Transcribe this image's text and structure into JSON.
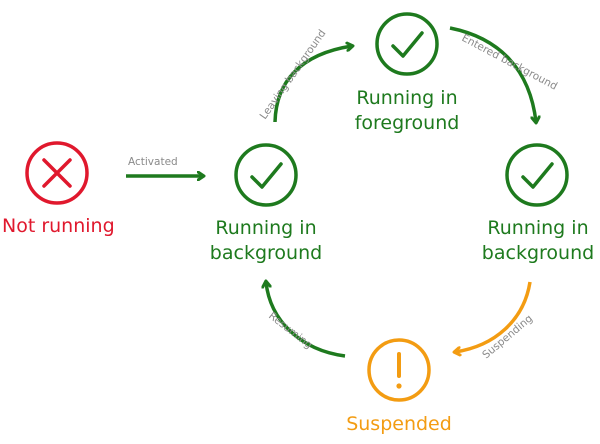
{
  "colors": {
    "not_running": "#e0182d",
    "running": "#1e7a1e",
    "suspended": "#f39c12",
    "edge_text": "#8a8a8a"
  },
  "states": {
    "not_running": {
      "icon": "x-circle-icon",
      "label": "Not running"
    },
    "running_bg_left": {
      "icon": "check-circle-icon",
      "line1": "Running in",
      "line2": "background"
    },
    "running_fg": {
      "icon": "check-circle-icon",
      "line1": "Running in",
      "line2": "foreground"
    },
    "running_bg_right": {
      "icon": "check-circle-icon",
      "line1": "Running in",
      "line2": "background"
    },
    "suspended": {
      "icon": "exclamation-circle-icon",
      "label": "Suspended"
    }
  },
  "transitions": {
    "activated": "Activated",
    "leaving_background": "Leaving background",
    "entered_background": "Entered background",
    "suspending": "Suspending",
    "resuming": "Resuming"
  }
}
